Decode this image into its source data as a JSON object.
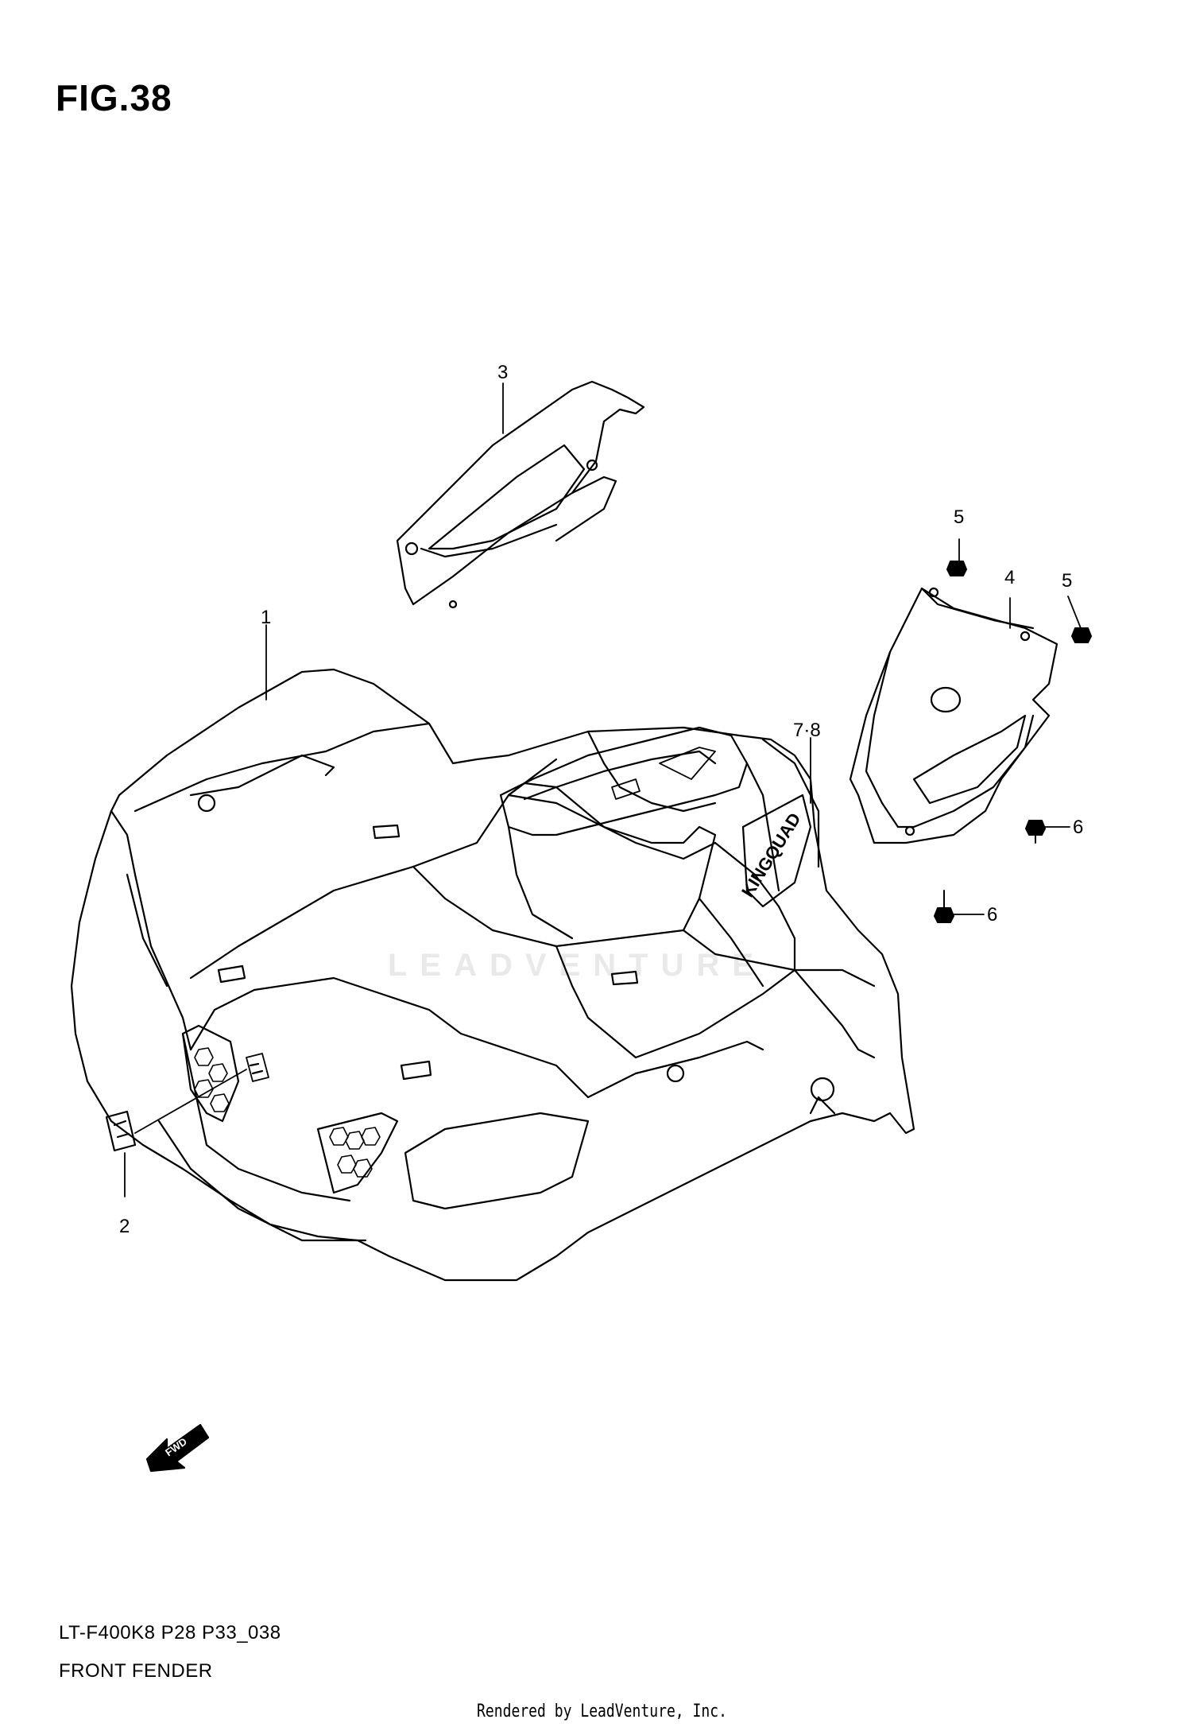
{
  "figure": {
    "title": "FIG.38",
    "model_code": "LT-F400K8 P28 P33_038",
    "caption": "FRONT FENDER"
  },
  "callouts": [
    {
      "id": "callout-1",
      "label": "1"
    },
    {
      "id": "callout-2",
      "label": "2"
    },
    {
      "id": "callout-3",
      "label": "3"
    },
    {
      "id": "callout-4",
      "label": "4"
    },
    {
      "id": "callout-5a",
      "label": "5"
    },
    {
      "id": "callout-5b",
      "label": "5"
    },
    {
      "id": "callout-6a",
      "label": "6"
    },
    {
      "id": "callout-6b",
      "label": "6"
    },
    {
      "id": "callout-7-8",
      "label": "7·8"
    }
  ],
  "decal_text": "KINGQUAD",
  "direction_marker": "FWD",
  "watermark": "LEADVENTURE",
  "footer": "Rendered by LeadVenture, Inc.",
  "colors": {
    "line": "#000000",
    "background": "#ffffff",
    "watermark": "#e9e9e9"
  }
}
